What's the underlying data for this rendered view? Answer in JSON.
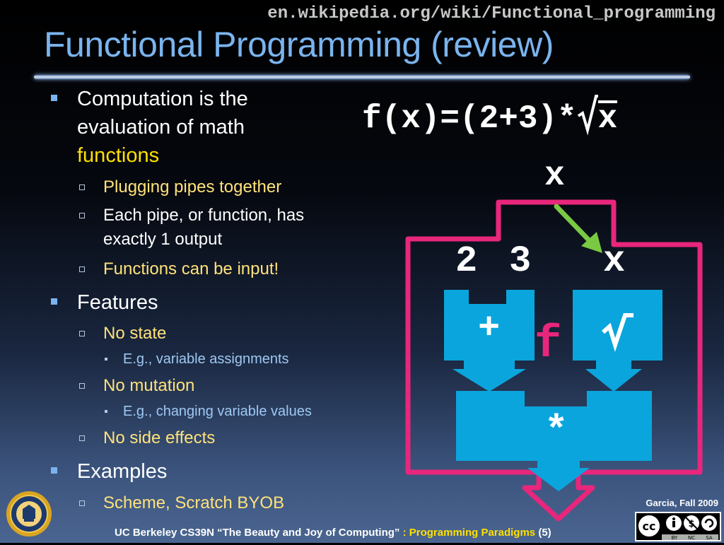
{
  "header": {
    "url": "en.wikipedia.org/wiki/Functional_programming",
    "title": "Functional Programming (review)"
  },
  "bullets": {
    "computation": {
      "line1": "Computation is the",
      "line2": "evaluation of math",
      "line3": "functions"
    },
    "plugging": "Plugging pipes together",
    "each_pipe": {
      "line1": "Each pipe, or function, has",
      "line2": "exactly 1 output"
    },
    "functions_input": "Functions can be input!",
    "features": "Features",
    "no_state": "No state",
    "eg_assign": "E.g., variable assignments",
    "no_mutation": "No mutation",
    "eg_change": "E.g., changing variable values",
    "no_side_effects": "No side effects",
    "examples": "Examples",
    "scheme": "Scheme, Scratch BYOB"
  },
  "formula": {
    "prefix": "f(x)=(2+3)*",
    "radicand": "x"
  },
  "diagram": {
    "input_top": "x",
    "two": "2",
    "three": "3",
    "input_inner": "x",
    "plus": "+",
    "func": "f",
    "times": "*",
    "colors": {
      "pipe": "#0aa5dc",
      "outline": "#e8267c",
      "arrow": "#7ac943"
    }
  },
  "footer": {
    "credit": "Garcia, Fall 2009",
    "course": "UC Berkeley CS39N “The Beauty and Joy of Computing”",
    "sep": " : ",
    "topic": "Programming Paradigms",
    "page": " (5)"
  },
  "icons": {
    "seal": "uc-berkeley-seal-icon",
    "license": "creative-commons-by-nc-sa-icon",
    "cc_labels": [
      "BY",
      "NC",
      "SA"
    ]
  }
}
